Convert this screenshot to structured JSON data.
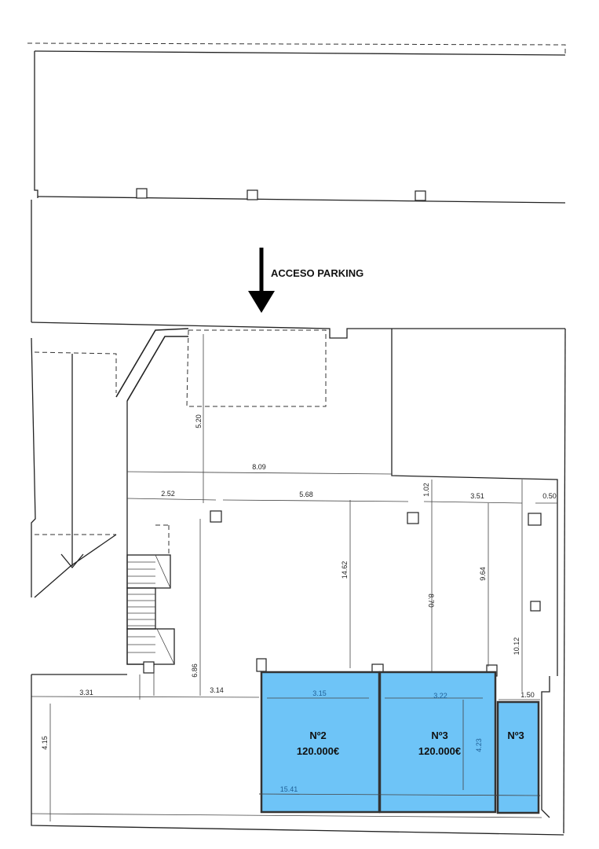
{
  "access_label": "ACCESO PARKING",
  "units": [
    {
      "id": "u2",
      "number": "Nº2",
      "price": "120.000€",
      "color": "#6ec4f7"
    },
    {
      "id": "u3a",
      "number": "Nº3",
      "price": "120.000€",
      "color": "#6ec4f7"
    },
    {
      "id": "u3b",
      "number": "Nº3",
      "price": "",
      "color": "#6ec4f7"
    }
  ],
  "dimensions": {
    "d809": "8.09",
    "d252": "2.52",
    "d568": "5.68",
    "d102": "1.02",
    "d351": "3.51",
    "d050": "0.50",
    "d520": "5.20",
    "d1462": "14.62",
    "d870": "8.70",
    "d964": "9.64",
    "d1012": "10.12",
    "d686": "6.86",
    "d331": "3.31",
    "d314": "3.14",
    "d415": "4.15",
    "d315": "3.15",
    "d322": "3.22",
    "d423": "4.23",
    "d150": "1.50",
    "d1541": "15.41"
  }
}
